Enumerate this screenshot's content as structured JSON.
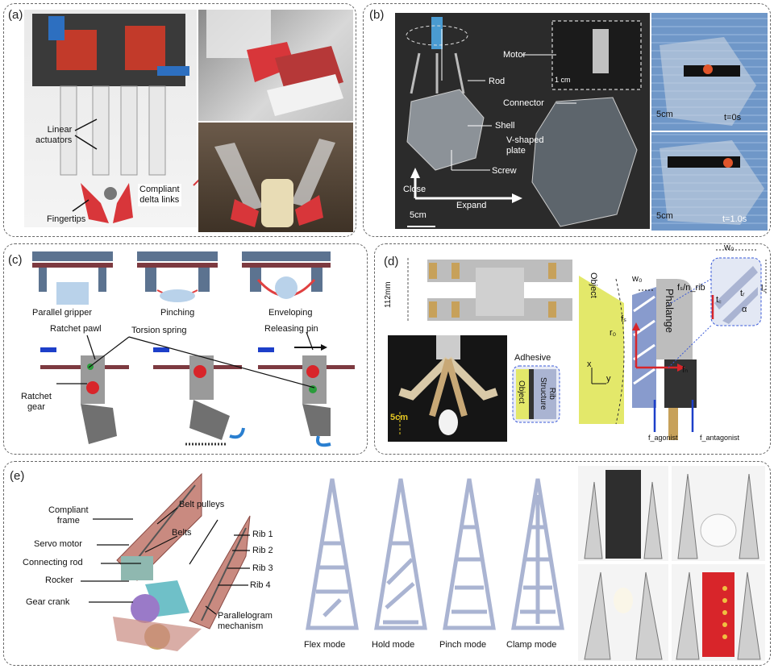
{
  "panels": {
    "a": {
      "label": "(a)",
      "linear_actuators": [
        "Linear",
        "actuators"
      ],
      "fingertips": "Fingertips",
      "compliant_delta": [
        "Compliant",
        "delta links"
      ]
    },
    "b": {
      "label": "(b)",
      "motor": "Motor",
      "scale_1cm": "1 cm",
      "rod": "Rod",
      "connector": "Connector",
      "shell": "Shell",
      "v_shaped": [
        "V-shaped",
        "plate"
      ],
      "screw": "Screw",
      "close": "Close",
      "expand": "Expand",
      "scale_5cm_main": "5cm",
      "scale_5cm_top": "5cm",
      "t0": "t=0s",
      "scale_5cm_bottom": "5cm",
      "t1": "t=1.0s"
    },
    "c": {
      "label": "(c)",
      "parallel_gripper": "Parallel gripper",
      "pinching": "Pinching",
      "enveloping": "Enveloping",
      "ratchet_pawl": "Ratchet pawl",
      "torsion_spring": "Torsion spring",
      "releasing_pin": "Releasing pin",
      "ratchet_gear": [
        "Ratchet",
        "gear"
      ]
    },
    "d": {
      "label": "(d)",
      "dim_112": "112mm",
      "scale_5cm": "5cm",
      "adhesive": "Adhesive",
      "object_small": "Object",
      "rib_structure": [
        "Rib",
        "Structure"
      ],
      "object_big": "Object",
      "r0": "r₀",
      "x": "x",
      "y": "y",
      "w0": "w₀",
      "phalange": "Phalange",
      "fs": "fₛ",
      "fn": "fₙ",
      "fs_nrib": "fₛ/n_rib",
      "w0_inset": "w₀",
      "tc": "t꜀",
      "tr": "tᵣ",
      "alpha": "α",
      "lc": "l꜀",
      "f_agonist": "f_agonist",
      "f_antagonist": "f_antagonist"
    },
    "e": {
      "label": "(e)",
      "compliant_frame": [
        "Compliant",
        "frame"
      ],
      "belt_pulleys": "Belt pulleys",
      "belts": "Belts",
      "servo_motor": "Servo motor",
      "connecting_rod": "Connecting rod",
      "rocker": "Rocker",
      "gear_crank": "Gear crank",
      "rib1": "Rib 1",
      "rib2": "Rib 2",
      "rib3": "Rib 3",
      "rib4": "Rib 4",
      "parallelogram": [
        "Parallelogram",
        "mechanism"
      ],
      "modes": [
        "Flex mode",
        "Hold mode",
        "Pinch mode",
        "Clamp mode"
      ]
    }
  },
  "colors": {
    "finger_red": "#d8363a",
    "photo_dark": "#2b2b2b",
    "pool_blue": "#6f97c8",
    "steel_blue": "#5c7390",
    "highlight_yellow": "#e3e86a",
    "frame_pink": "#c98a80",
    "rib_blue": "#aab4d2"
  }
}
